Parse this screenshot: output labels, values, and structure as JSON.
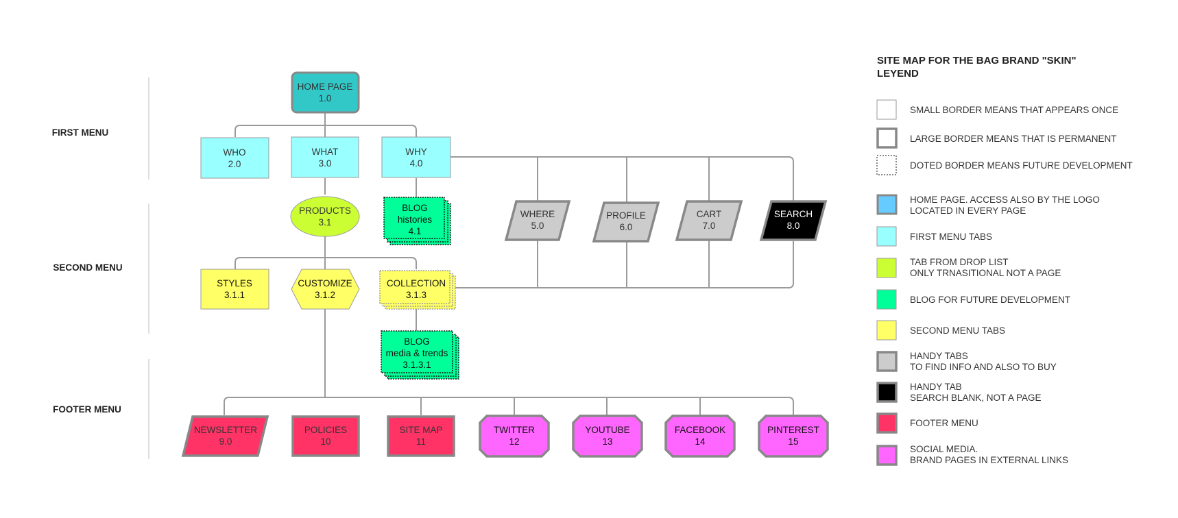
{
  "sections": {
    "first": "FIRST MENU",
    "second": "SECOND MENU",
    "footer": "FOOTER MENU"
  },
  "colors": {
    "home": "#33c8c8",
    "first_menu": "#99ffff",
    "drop_list": "#ccff33",
    "blog": "#00ff99",
    "second_menu": "#ffff66",
    "handy": "#cccccc",
    "search": "#000000",
    "footer": "#ff3366",
    "social": "#ff66ff",
    "border": "#888888",
    "line": "#9a9a9a"
  },
  "nodes": {
    "home": {
      "line1": "HOME PAGE",
      "line2": "1.0"
    },
    "who": {
      "line1": "WHO",
      "line2": "2.0"
    },
    "what": {
      "line1": "WHAT",
      "line2": "3.0"
    },
    "why": {
      "line1": "WHY",
      "line2": "4.0"
    },
    "products": {
      "line1": "PRODUCTS",
      "line2": "3.1"
    },
    "blog_histories": {
      "line1": "BLOG",
      "line2": "histories",
      "line3": "4.1"
    },
    "where": {
      "line1": "WHERE",
      "line2": "5.0"
    },
    "profile": {
      "line1": "PROFILE",
      "line2": "6.0"
    },
    "cart": {
      "line1": "CART",
      "line2": "7.0"
    },
    "search": {
      "line1": "SEARCH",
      "line2": "8.0"
    },
    "styles": {
      "line1": "STYLES",
      "line2": "3.1.1"
    },
    "customize": {
      "line1": "CUSTOMIZE",
      "line2": "3.1.2"
    },
    "collection": {
      "line1": "COLLECTION",
      "line2": "3.1.3"
    },
    "blog_media": {
      "line1": "BLOG",
      "line2": "media & trends",
      "line3": "3.1.3.1"
    },
    "newsletter": {
      "line1": "NEWSLETTER",
      "line2": "9.0"
    },
    "policies": {
      "line1": "POLICIES",
      "line2": "10"
    },
    "sitemap": {
      "line1": "SITE MAP",
      "line2": "11"
    },
    "twitter": {
      "line1": "TWITTER",
      "line2": "12"
    },
    "youtube": {
      "line1": "YOUTUBE",
      "line2": "13"
    },
    "facebook": {
      "line1": "FACEBOOK",
      "line2": "14"
    },
    "pinterest": {
      "line1": "PINTEREST",
      "line2": "15"
    }
  },
  "legend": {
    "title1": "SITE MAP FOR THE  BAG BRAND \"SKIN\"",
    "title2": "LEYEND",
    "items": [
      {
        "line1": "SMALL BORDER MEANS THAT APPEARS ONCE"
      },
      {
        "line1": "LARGE BORDER MEANS THAT IS PERMANENT"
      },
      {
        "line1": "DOTED BORDER MEANS FUTURE DEVELOPMENT"
      },
      {
        "line1": "HOME PAGE. ACCESS ALSO BY THE LOGO",
        "line2": "LOCATED IN EVERY PAGE"
      },
      {
        "line1": "FIRST MENU TABS"
      },
      {
        "line1": "TAB FROM DROP LIST",
        "line2": "ONLY TRNASITIONAL NOT A PAGE"
      },
      {
        "line1": "BLOG FOR FUTURE DEVELOPMENT"
      },
      {
        "line1": "SECOND MENU TABS"
      },
      {
        "line1": "HANDY TABS",
        "line2": "TO FIND INFO AND ALSO TO BUY"
      },
      {
        "line1": "HANDY TAB",
        "line2": "SEARCH BLANK, NOT A PAGE"
      },
      {
        "line1": "FOOTER MENU"
      },
      {
        "line1": "SOCIAL MEDIA.",
        "line2": "BRAND PAGES IN EXTERNAL  LINKS"
      }
    ]
  }
}
